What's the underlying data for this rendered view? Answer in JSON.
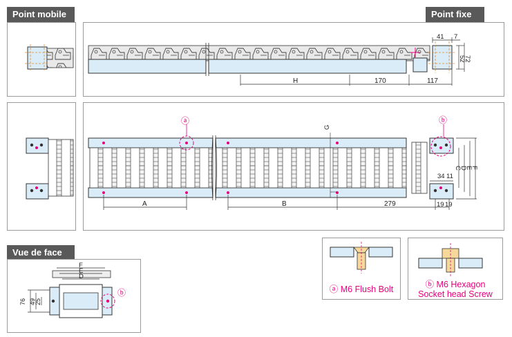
{
  "labels": {
    "moving_point": "Point mobile",
    "fixed_point": "Point fixe",
    "front_view": "Vue de face"
  },
  "dims_top": {
    "d41": "41",
    "d7": "7",
    "d52": "52",
    "d72": "72",
    "H": "H",
    "d170": "170",
    "d117": "117"
  },
  "dims_plan": {
    "A": "A",
    "B": "B",
    "d279": "279",
    "G": "G",
    "d34": "34",
    "d11": "11",
    "d19a": "19",
    "d19b": "19",
    "C": "C",
    "D": "D",
    "E": "E",
    "F": "F",
    "mark_a": "ⓐ",
    "mark_b": "ⓑ"
  },
  "dims_front": {
    "F": "F",
    "E": "E",
    "D": "D",
    "d76": "76",
    "d49": "49",
    "d25": "25",
    "mark_b": "ⓑ"
  },
  "legend": {
    "bolt_a_line1": "ⓐ M6 Flush Bolt",
    "bolt_b_line1": "ⓑ M6 Hexagon",
    "bolt_b_line2": "Socket head Screw"
  },
  "colors": {
    "frame_blue": "#d9ecf7",
    "mark_pink": "#e6007e",
    "header_gray": "#595959"
  }
}
